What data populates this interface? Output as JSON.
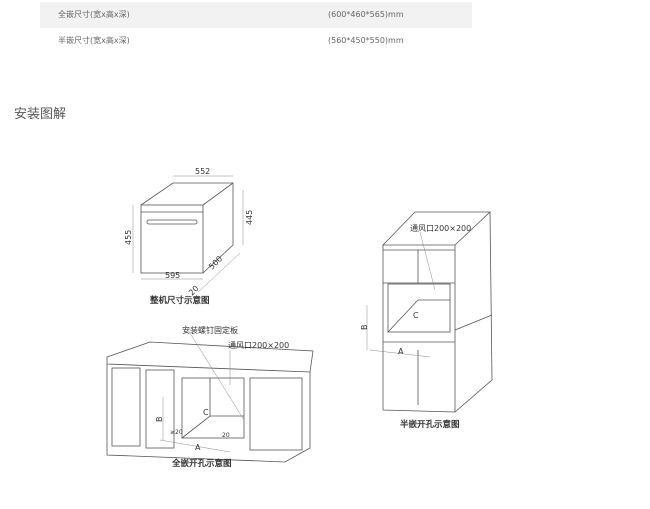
{
  "specs": [
    {
      "label": "全嵌尺寸(宽x高x深)",
      "value": "(600*460*565)mm"
    },
    {
      "label": "半嵌尺寸(宽x高x深)",
      "value": "(560*450*550)mm"
    }
  ],
  "section_title": "安装图解",
  "diagram_unit": {
    "width": "552",
    "height_left": "455",
    "height_right": "445",
    "front_width": "595",
    "depth": "500",
    "gap": "20",
    "caption": "整机尺寸示意图"
  },
  "diagram_full": {
    "plate_label": "安装螺钉固定板",
    "vent_label": "通风口200×200",
    "gap_label": "≥20",
    "gap2": "20",
    "a": "A",
    "b": "B",
    "c": "C",
    "caption": "全嵌开孔示意图"
  },
  "diagram_half": {
    "vent_label": "通风口200×200",
    "a": "A",
    "b": "B",
    "c": "C",
    "caption": "半嵌开孔示意图"
  }
}
